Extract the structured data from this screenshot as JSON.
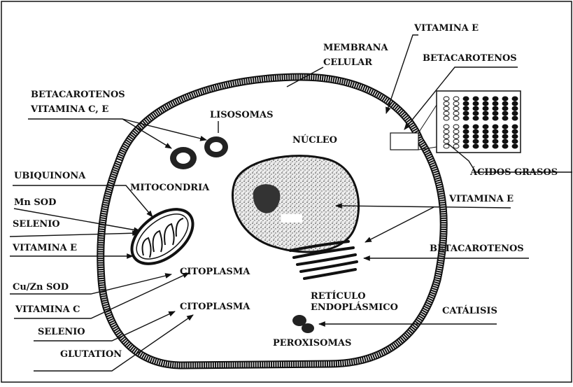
{
  "labels": {
    "membrana_1": "MEMBRANA",
    "membrana_2": "CELULAR",
    "vitamina_e_top": "VITAMINA E",
    "betacarotenos_top": "BETACAROTENOS",
    "betacarotenos_left": "BETACAROTENOS",
    "vitamina_c_e": "VITAMINA C, E",
    "lisosomas": "LISOSOMAS",
    "nucleo": "NÚCLEO",
    "acidos_grasos": "ÁCIDOS GRASOS",
    "ubiquinona": "UBIQUINONA",
    "mitocondria": "MITOCONDRIA",
    "mn_sod": "Mn SOD",
    "selenio_1": "SELENIO",
    "vitamina_e_left": "VITAMINA E",
    "vitamina_e_right": "VITAMINA E",
    "betacarotenos_right": "BETACAROTENOS",
    "cu_zn_sod": "Cu/Zn SOD",
    "citoplasma_1": "CITOPLASMA",
    "citoplasma_2": "CITOPLASMA",
    "vitamina_c": "VITAMINA C",
    "reticulo_1": "RETÍCULO",
    "reticulo_2": "ENDOPLÁSMICO",
    "catalisis": "CATÁLISIS",
    "selenio_2": "SELENIO",
    "glutation": "GLUTATION",
    "peroxisomas": "PEROXISOMAS"
  },
  "colors": {
    "ink": "#111111",
    "nucleus_fill": "#d9d9d9",
    "background": "#ffffff"
  }
}
